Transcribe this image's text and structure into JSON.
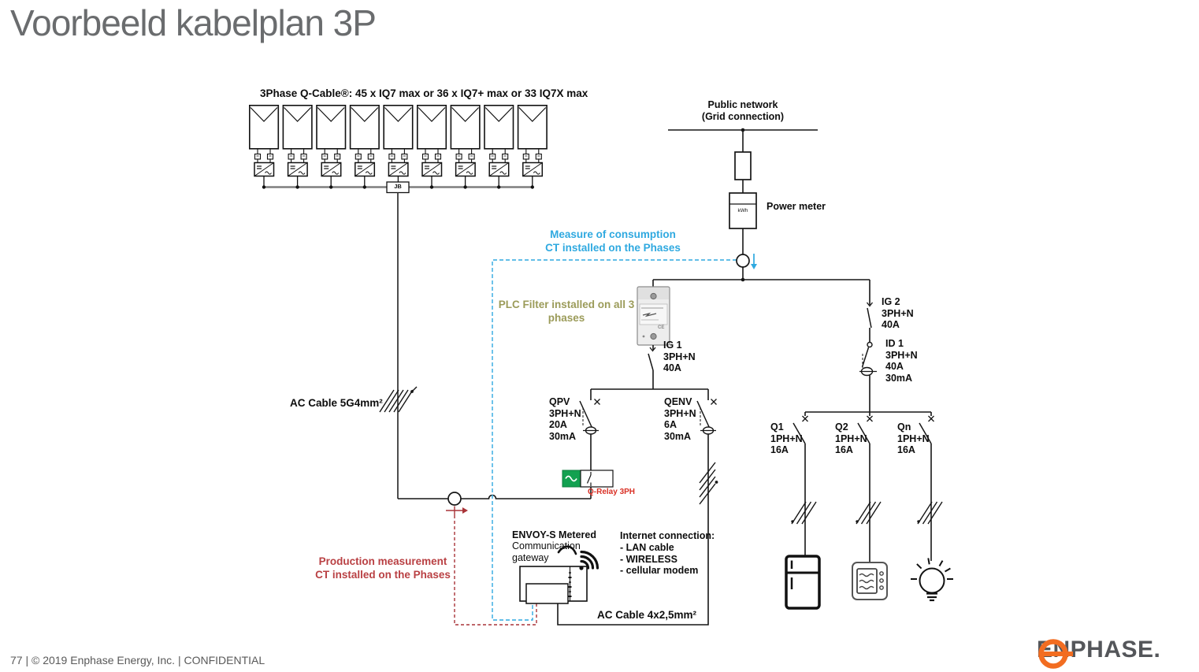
{
  "slide": {
    "title": "Voorbeeld kabelplan 3P",
    "footer": "77 | © 2019 Enphase Energy, Inc. | CONFIDENTIAL",
    "logo_text": "ENPHASE."
  },
  "pv": {
    "header": "3Phase Q-Cable®:  45 x IQ7 max or 36 x IQ7+ max or 33 IQ7X max",
    "junction_box": "JB",
    "ac_cable_label": "AC Cable 5G4mm²"
  },
  "grid": {
    "public_network": "Public network\n(Grid connection)",
    "power_meter": "Power meter",
    "meter_unit": "kWh"
  },
  "annotations": {
    "consumption_ct": "Measure of consumption\nCT installed on the Phases",
    "plc_filter": "PLC Filter installed on all 3\nphases",
    "production_ct": "Production measurement\nCT installed on the Phases"
  },
  "breakers": {
    "ig1": "IG 1\n3PH+N\n40A",
    "ig2": "IG 2\n3PH+N\n40A",
    "id1": "ID 1\n3PH+N\n40A\n30mA",
    "qpv": "QPV\n3PH+N\n20A\n30mA",
    "qenv": "QENV\n3PH+N\n6A\n30mA",
    "q1": "Q1\n1PH+N\n16A",
    "q2": "Q2\n1PH+N\n16A",
    "qn": "Qn\n1PH+N\n16A"
  },
  "devices": {
    "q_relay": "Q-Relay 3PH",
    "envoy_title": "ENVOY-S Metered",
    "envoy_sub": "Communication\ngateway",
    "internet_title": "Internet connection:",
    "internet_items": "- LAN cable\n- WIRELESS\n- cellular modem",
    "ac_cable_label": "AC Cable 4x2,5mm²",
    "plc_ce": "CE"
  },
  "colors": {
    "accent_cyan": "#2FA9E0",
    "accent_olive": "#9B9B59",
    "accent_red": "#B94043",
    "relay_label_red": "#D93025",
    "relay_green": "#12A150",
    "brand_orange": "#F26D21",
    "title_gray": "#6A6C6E",
    "footer_gray": "#595959"
  }
}
